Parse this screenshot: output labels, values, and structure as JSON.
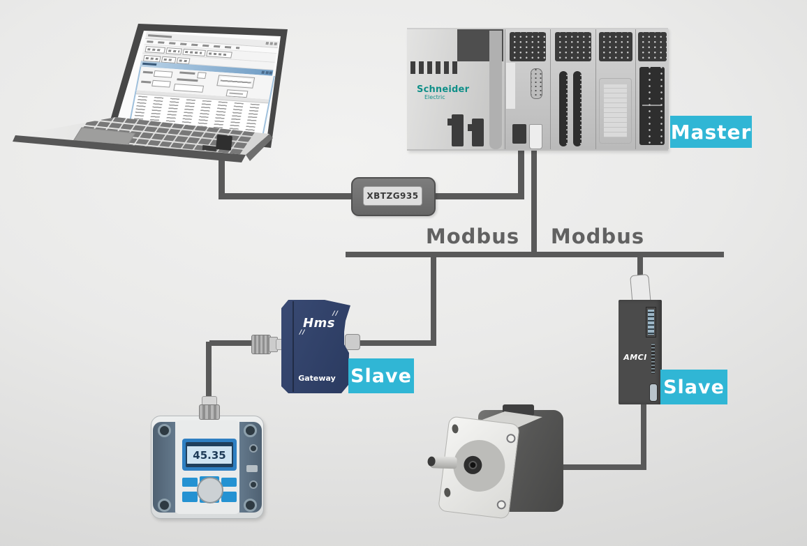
{
  "colors": {
    "accent_cyan": "#30b6d5",
    "line_gray": "#595959",
    "schneider_teal": "#0f8f88",
    "hms_navy": "#2e3e66"
  },
  "plc": {
    "brand_top": "Schneider",
    "brand_bottom": "Electric",
    "role": "Master"
  },
  "adapter": {
    "label": "XBTZG935"
  },
  "bus": {
    "left": "Modbus",
    "right": "Modbus"
  },
  "gateway": {
    "slashes_top": "//",
    "brand": "Hms",
    "slashes_bottom": "//",
    "caption": "Gateway",
    "role": "Slave"
  },
  "drive": {
    "brand": "AMCI",
    "role": "Slave"
  },
  "meter": {
    "display_value": "45.35"
  }
}
